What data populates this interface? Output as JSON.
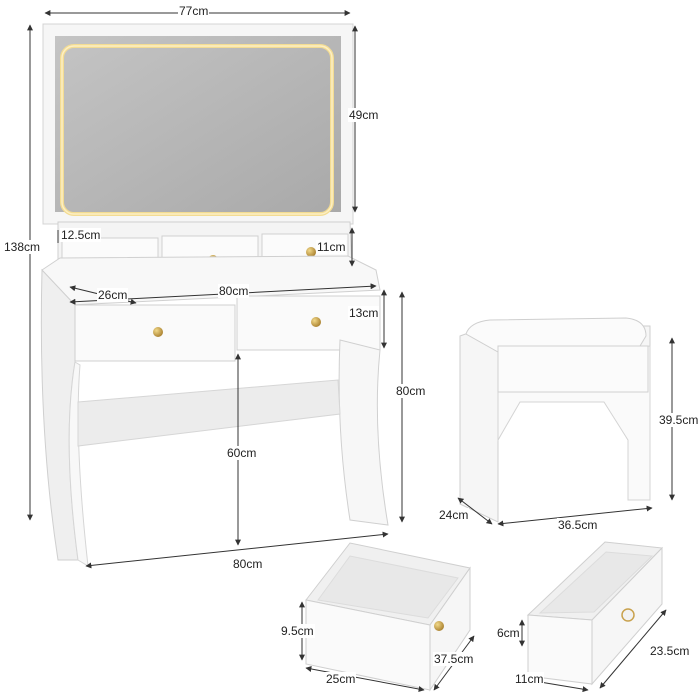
{
  "dimensions": {
    "mirror_width": "77cm",
    "mirror_height": "49cm",
    "total_height": "138cm",
    "small_drawer_width": "12.5cm",
    "small_drawer_height": "11cm",
    "desk_depth": "26cm",
    "desk_top_width": "80cm",
    "big_drawer_height": "13cm",
    "desk_height": "80cm",
    "leg_clearance": "60cm",
    "desk_base_width": "80cm",
    "stool_depth": "24cm",
    "stool_width": "36.5cm",
    "stool_height": "39.5cm",
    "big_drawer_inner_height": "9.5cm",
    "big_drawer_inner_width": "25cm",
    "big_drawer_length": "37.5cm",
    "small_drawer_inner_height": "6cm",
    "small_drawer_inner_width": "11cm",
    "small_drawer_length": "23.5cm"
  },
  "colors": {
    "furniture": "#f7f7f7",
    "outline": "#cfcfcf",
    "mirror": "#b9b9b9",
    "light_glow": "#f3dc93",
    "knob": "#c9a24e",
    "dimension_line": "#333333"
  }
}
